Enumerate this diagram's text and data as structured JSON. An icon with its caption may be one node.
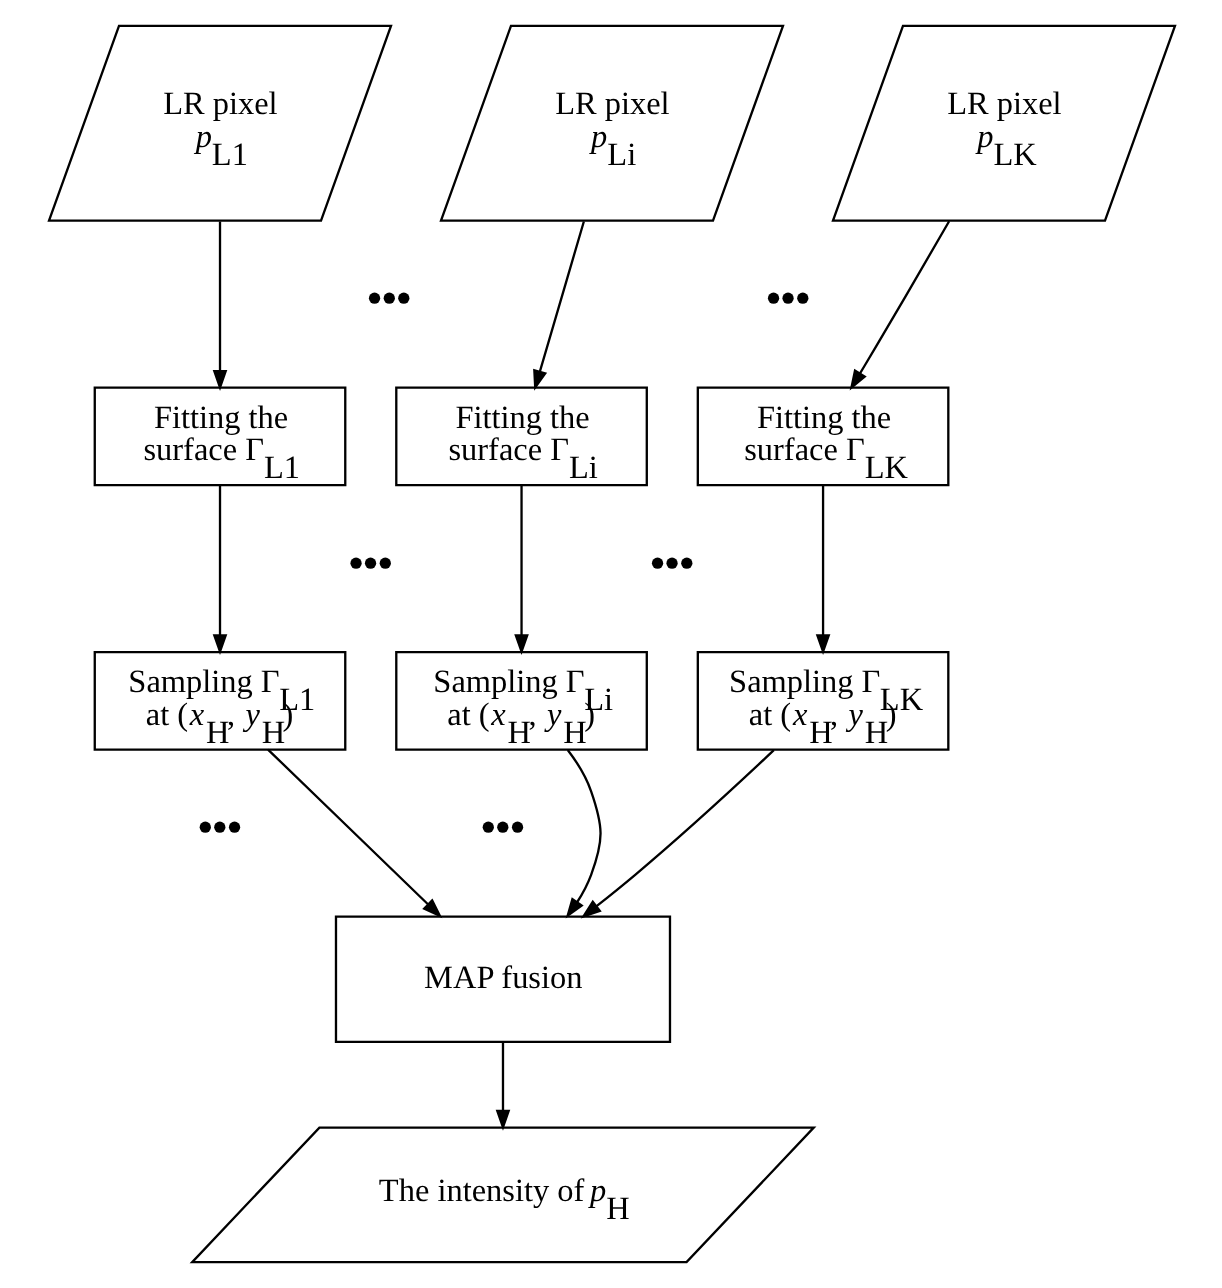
{
  "diagram": {
    "nodes": [
      {
        "text": [
          "LR pixel *p*$_{L1}$"
        ]
      },
      {
        "text": [
          "LR pixel *p*$_{Li}$"
        ]
      },
      {
        "text": [
          "LR pixel *p*$_{LK}$"
        ]
      },
      {
        "text": [
          "Fitting the surface Γ$_{L1}$"
        ]
      },
      {
        "text": [
          "Fitting the surface Γ$_{Li}$"
        ]
      },
      {
        "text": [
          "Fitting the surface Γ$_{LK}$"
        ]
      },
      {
        "text": [
          "Sampling Γ$_{L1}$ at (*x*$_{H}$, *y*$_{H}$)"
        ]
      },
      {
        "text": [
          "Sampling Γ$_{Li}$ at (*x*$_{H}$, *y*$_{H}$)"
        ]
      },
      {
        "text": [
          "Sampling Γ$_{LK}$ at (*x*$_{H}$, *y*$_{H}$)"
        ]
      },
      {
        "text": [
          "MAP fusion"
        ]
      },
      {
        "text": [
          "The intensity of *p*$_{H}$"
        ]
      }
    ],
    "edges": [
      {
        "from": 0,
        "to": 3,
        "arrow": "to"
      },
      {
        "from": 1,
        "to": 4,
        "arrow": "to"
      },
      {
        "from": 2,
        "to": 5,
        "arrow": "to"
      },
      {
        "from": 3,
        "to": 6,
        "arrow": "to"
      },
      {
        "from": 4,
        "to": 7,
        "arrow": "to"
      },
      {
        "from": 5,
        "to": 8,
        "arrow": "to"
      },
      {
        "from": 6,
        "to": 9,
        "arrow": "to"
      },
      {
        "from": 7,
        "to": 9,
        "arrow": "to"
      },
      {
        "from": 8,
        "to": 9,
        "arrow": "to"
      },
      {
        "from": 9,
        "to": 10,
        "arrow": "to"
      }
    ],
    "labels": [
      "•••",
      "•••",
      "•••",
      "•••",
      "•••",
      "•••"
    ]
  }
}
